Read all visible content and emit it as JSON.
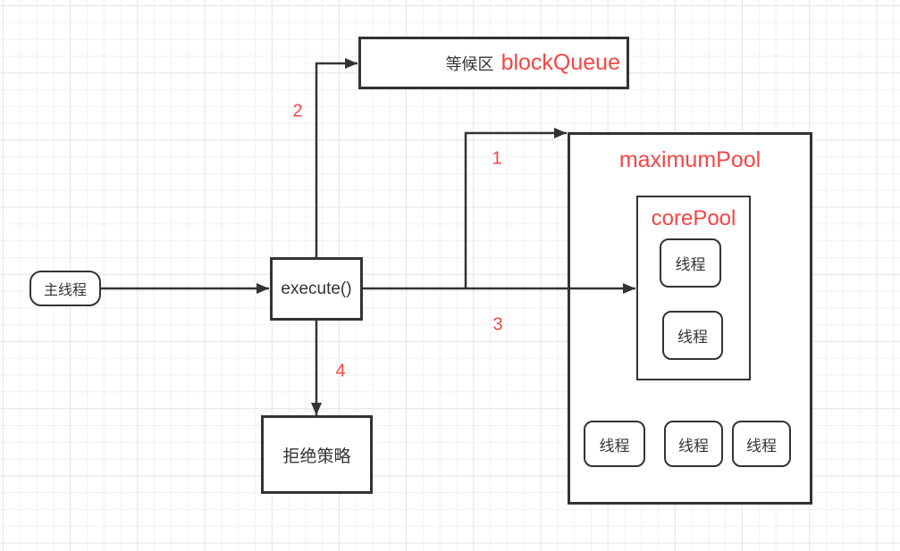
{
  "colors": {
    "background": "#ffffff",
    "grid_minor": "#f1f1f1",
    "grid_major": "#e6e6e6",
    "line": "#333333",
    "text": "#333333",
    "accent_red": "#f54545"
  },
  "nodes": {
    "main_thread": {
      "label": "主线程"
    },
    "execute": {
      "label": "execute()"
    },
    "block_queue": {
      "prefix": "等候区",
      "name": "blockQueue"
    },
    "maximum_pool": {
      "title": "maximumPool"
    },
    "core_pool": {
      "title": "corePool"
    },
    "core_pool_threads": [
      {
        "label": "线程"
      },
      {
        "label": "线程"
      }
    ],
    "maximum_pool_threads": [
      {
        "label": "线程"
      },
      {
        "label": "线程"
      },
      {
        "label": "线程"
      }
    ],
    "reject_policy": {
      "label": "拒绝策略"
    }
  },
  "edge_labels": {
    "step1": "1",
    "step2": "2",
    "step3": "3",
    "step4": "4"
  }
}
